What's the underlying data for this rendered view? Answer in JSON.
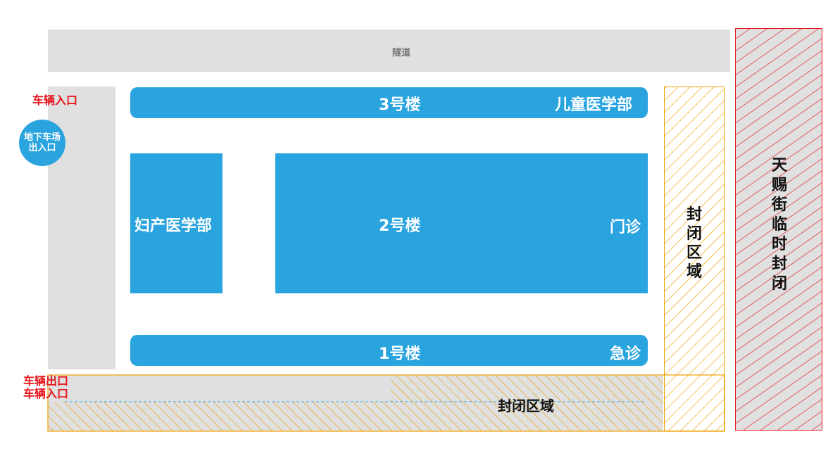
{
  "labels": {
    "tunnel": "隧道",
    "vehicle_entrance_top": "车辆入口",
    "parking": "地下车场出入口",
    "parking_line1": "地下车场",
    "parking_line2": "出入口",
    "building3": "3号楼",
    "building3_dept": "儿童医学部",
    "building2": "2号楼",
    "building2_dept": "门诊",
    "obgyn": "妇产医学部",
    "building1": "1号楼",
    "building1_dept": "急诊",
    "vehicle_exit_bottom": "车辆出口",
    "vehicle_entrance_bottom": "车辆入口",
    "closed_area_vertical": "封闭区域",
    "closed_area_bottom": "封闭区域",
    "tianci_street": "天赐街临时封闭"
  },
  "colors": {
    "building_blue": "#2aa4df",
    "road_gray": "#e0e0e0",
    "closed_orange": "#f0a000",
    "closed_red": "#e8141c",
    "label_red": "#e8141c"
  }
}
